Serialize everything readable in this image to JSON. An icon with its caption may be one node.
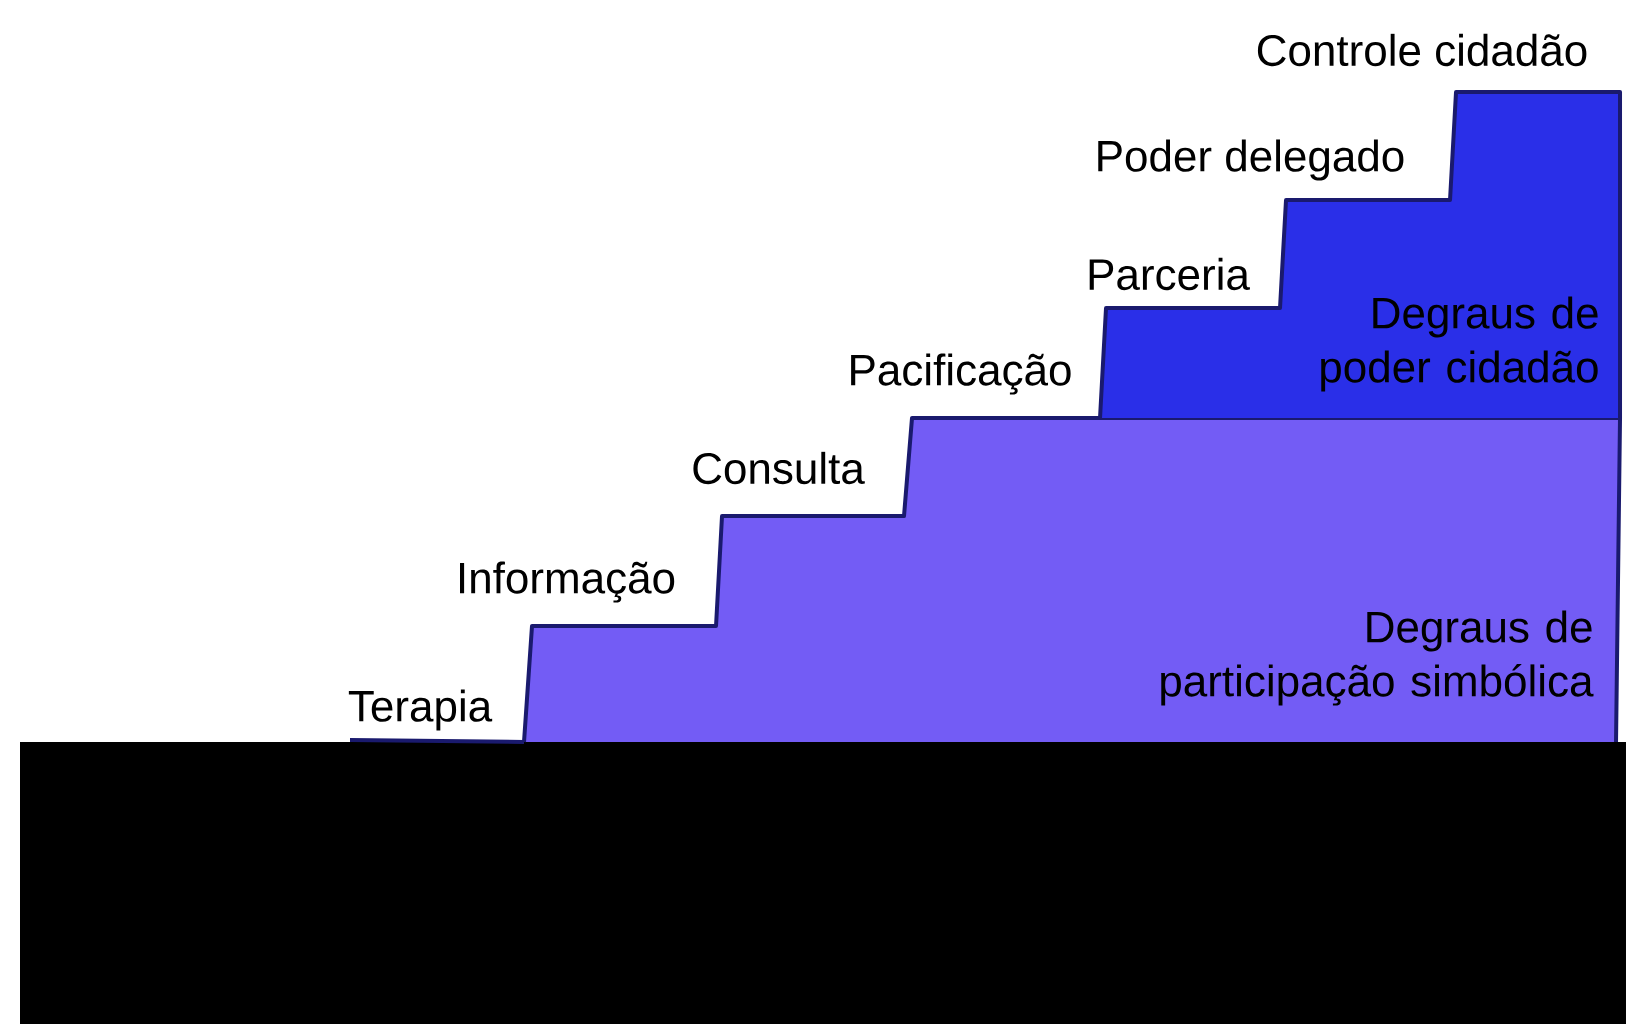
{
  "diagram": {
    "nodes": [
      {
        "text": [
          "Degraus de participação simbólica"
        ]
      },
      {
        "text": [
          "Degraus de poder cidadão"
        ]
      }
    ],
    "labels": [
      "Controle cidadão",
      "Poder delegado",
      "Parceria",
      "Pacificação",
      "Consulta",
      "Informação",
      "Terapia"
    ]
  }
}
